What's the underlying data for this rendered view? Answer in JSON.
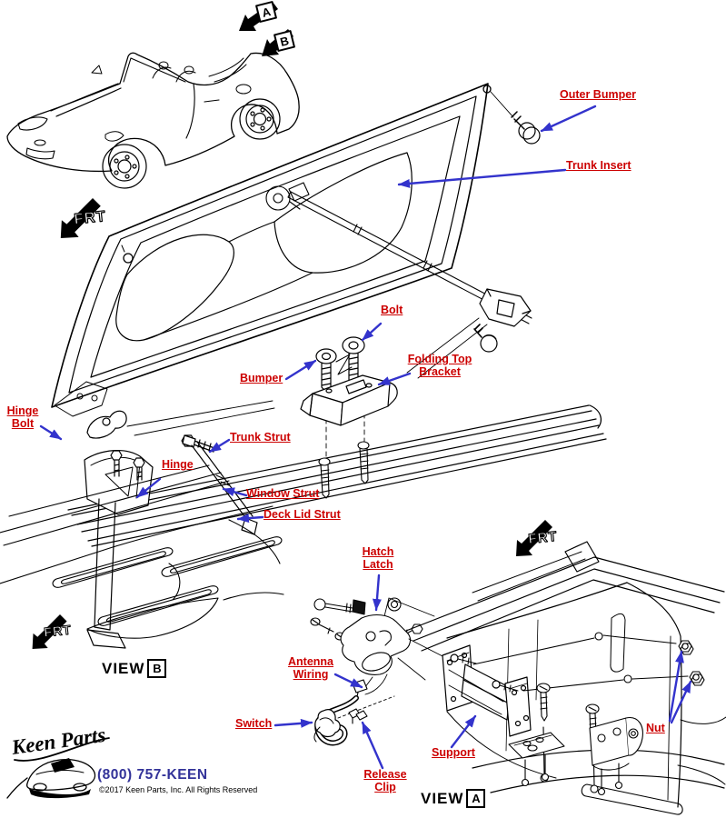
{
  "diagram": {
    "part_labels": {
      "outer_bumper": "Outer Bumper",
      "trunk_insert": "Trunk Insert",
      "bolt": "Bolt",
      "bumper": "Bumper",
      "folding_top_line1": "Folding Top",
      "folding_top_line2": "Bracket",
      "hinge_bolt_line1": "Hinge",
      "hinge_bolt_line2": "Bolt",
      "hinge": "Hinge",
      "trunk_strut": "Trunk Strut",
      "window_strut": "Window Strut",
      "deck_lid_strut": "Deck Lid Strut",
      "hatch_latch_line1": "Hatch",
      "hatch_latch_line2": "Latch",
      "antenna_wiring_line1": "Antenna",
      "antenna_wiring_line2": "Wiring",
      "switch": "Switch",
      "release_clip_line1": "Release",
      "release_clip_line2": "Clip",
      "support": "Support",
      "nut": "Nut"
    },
    "views": {
      "view_word": "VIEW",
      "a_letter": "A",
      "b_letter": "B"
    },
    "callouts": {
      "a": "A",
      "b": "B"
    },
    "frt": "FRT"
  },
  "footer": {
    "logo_text": "Keen Parts",
    "phone": "(800) 757-KEEN",
    "copyright": "©2017 Keen Parts, Inc. All Rights Reserved"
  },
  "colors": {
    "label_red": "#cc0000",
    "arrow_blue": "#3333cc",
    "phone_navy": "#333399",
    "ink": "#000000"
  }
}
